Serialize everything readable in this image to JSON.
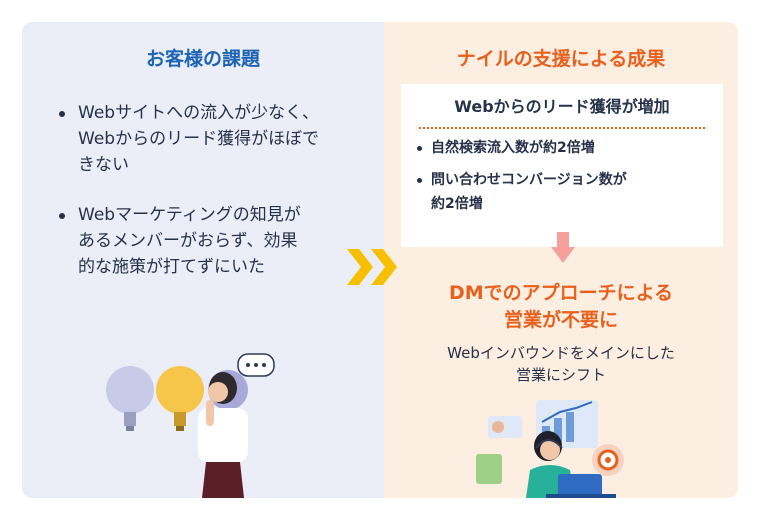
{
  "left": {
    "title": "お客様の課題",
    "items": [
      {
        "line1": "Webサイトへの流入が少なく、",
        "line2": "Webからのリード獲得がほぼで",
        "line3": "きない"
      },
      {
        "line1": "Webマーケティングの知見が",
        "line2": "あるメンバーがおらず、効果",
        "line3": "的な施策が打てずにいた"
      }
    ]
  },
  "right": {
    "title": "ナイルの支援による成果",
    "card": {
      "title": "Webからのリード獲得が増加",
      "items": [
        {
          "line1": "自然検索流入数が約2倍増"
        },
        {
          "line1": "問い合わせコンバージョン数が",
          "line2": "約2倍増"
        }
      ]
    },
    "result": {
      "line1": "DMでのアプローチによる",
      "line2": "営業が不要に"
    },
    "shift": {
      "line1": "Webインバウンドをメインにした",
      "line2": "営業にシフト"
    }
  },
  "colors": {
    "blue": "#1d64b5",
    "orange": "#e8601c",
    "chevron": "#f6c000",
    "arrow": "#f5a09a"
  },
  "icons": [
    "chevron-right-icon",
    "down-arrow-icon",
    "thinking-woman-illustration",
    "lightbulb-icon",
    "headset-operator-illustration"
  ]
}
